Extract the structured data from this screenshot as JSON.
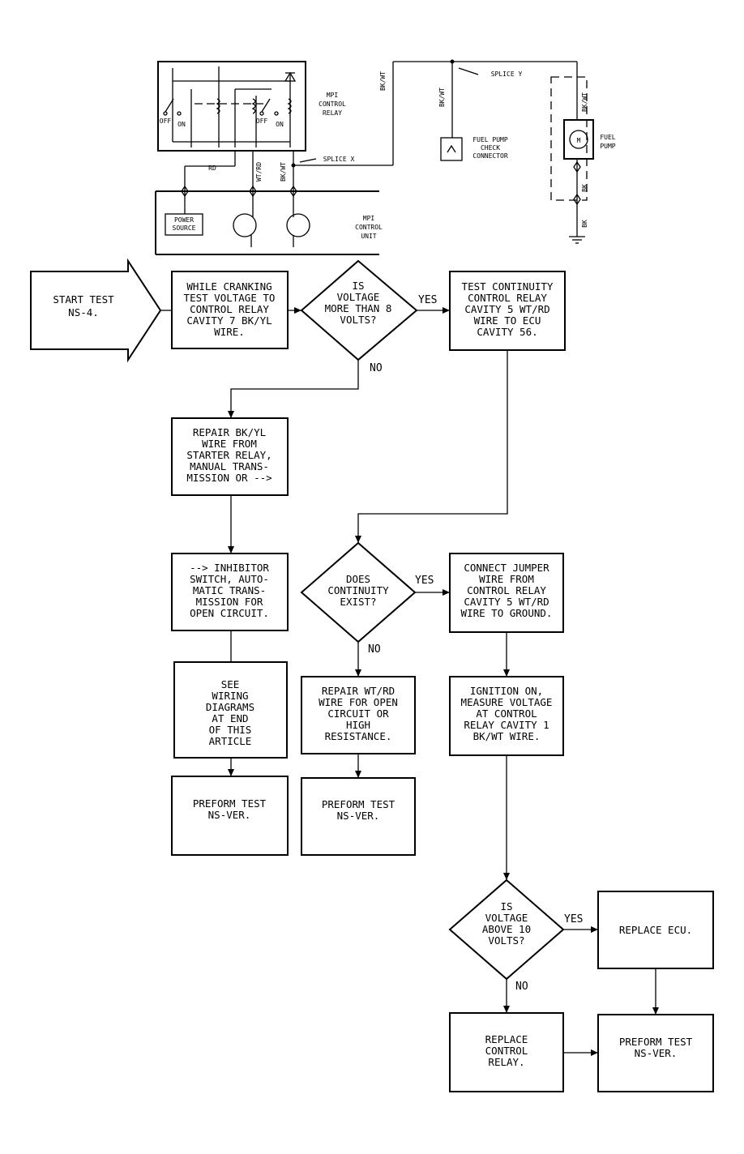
{
  "schematic": {
    "relay_label": [
      "MPI",
      "CONTROL",
      "RELAY"
    ],
    "off1": "OFF",
    "on1": "ON",
    "off2": "OFF",
    "on2": "ON",
    "wire_rd": "RD",
    "wire_wtrd": "WT/RD",
    "wire_bkwt_left": "BK/WT",
    "splice_x": "SPLICE X",
    "power_source": [
      "POWER",
      "SOURCE"
    ],
    "control_unit": [
      "MPI",
      "CONTROL",
      "UNIT"
    ],
    "wire_bkwt_mid": "BK/WT",
    "wire_bkwt_top": "BK/WT",
    "splice_y": "SPLICE Y",
    "fuel_pump_check": [
      "FUEL PUMP",
      "CHECK",
      "CONNECTOR"
    ],
    "fuel_pump": [
      "FUEL",
      "PUMP"
    ],
    "motor": "M",
    "wire_bkwt_right": "BK/WT",
    "wire_bk1": "BK",
    "wire_bk2": "BK"
  },
  "flow": {
    "start": [
      "START TEST",
      "NS-4."
    ],
    "box1": [
      "WHILE CRANKING",
      "TEST VOLTAGE TO",
      "CONTROL RELAY",
      "CAVITY 7 BK/YL",
      "WIRE."
    ],
    "dia1": [
      "IS",
      "VOLTAGE",
      "MORE THAN 8",
      "VOLTS?"
    ],
    "dia1_yes": "YES",
    "dia1_no": "NO",
    "box2": [
      "TEST CONTINUITY",
      "CONTROL RELAY",
      "CAVITY 5 WT/RD",
      "WIRE TO ECU",
      "CAVITY 56."
    ],
    "box3": [
      "REPAIR BK/YL",
      "WIRE FROM",
      "STARTER RELAY,",
      "MANUAL TRANS-",
      "MISSION OR -->"
    ],
    "box4": [
      "--> INHIBITOR",
      "SWITCH, AUTO-",
      "MATIC TRANS-",
      "MISSION FOR",
      "OPEN CIRCUIT."
    ],
    "dia2": [
      "DOES",
      "CONTINUITY",
      "EXIST?"
    ],
    "dia2_yes": "YES",
    "dia2_no": "NO",
    "box5": [
      "CONNECT JUMPER",
      "WIRE FROM",
      "CONTROL RELAY",
      "CAVITY 5 WT/RD",
      "WIRE TO GROUND."
    ],
    "box6": [
      "SEE",
      "WIRING",
      "DIAGRAMS",
      "AT END",
      "OF THIS",
      "ARTICLE"
    ],
    "box7": [
      "REPAIR WT/RD",
      "WIRE FOR OPEN",
      "CIRCUIT OR",
      "HIGH",
      "RESISTANCE."
    ],
    "box8": [
      "IGNITION ON,",
      "MEASURE VOLTAGE",
      "AT CONTROL",
      "RELAY CAVITY 1",
      "BK/WT WIRE."
    ],
    "box9": [
      "PREFORM TEST",
      "NS-VER."
    ],
    "box10": [
      "PREFORM TEST",
      "NS-VER."
    ],
    "dia3": [
      "IS",
      "VOLTAGE",
      "ABOVE 10",
      "VOLTS?"
    ],
    "dia3_yes": "YES",
    "dia3_no": "NO",
    "box11": [
      "REPLACE ECU."
    ],
    "box12": [
      "REPLACE",
      "CONTROL",
      "RELAY."
    ],
    "box13": [
      "PREFORM TEST",
      "NS-VER."
    ]
  }
}
